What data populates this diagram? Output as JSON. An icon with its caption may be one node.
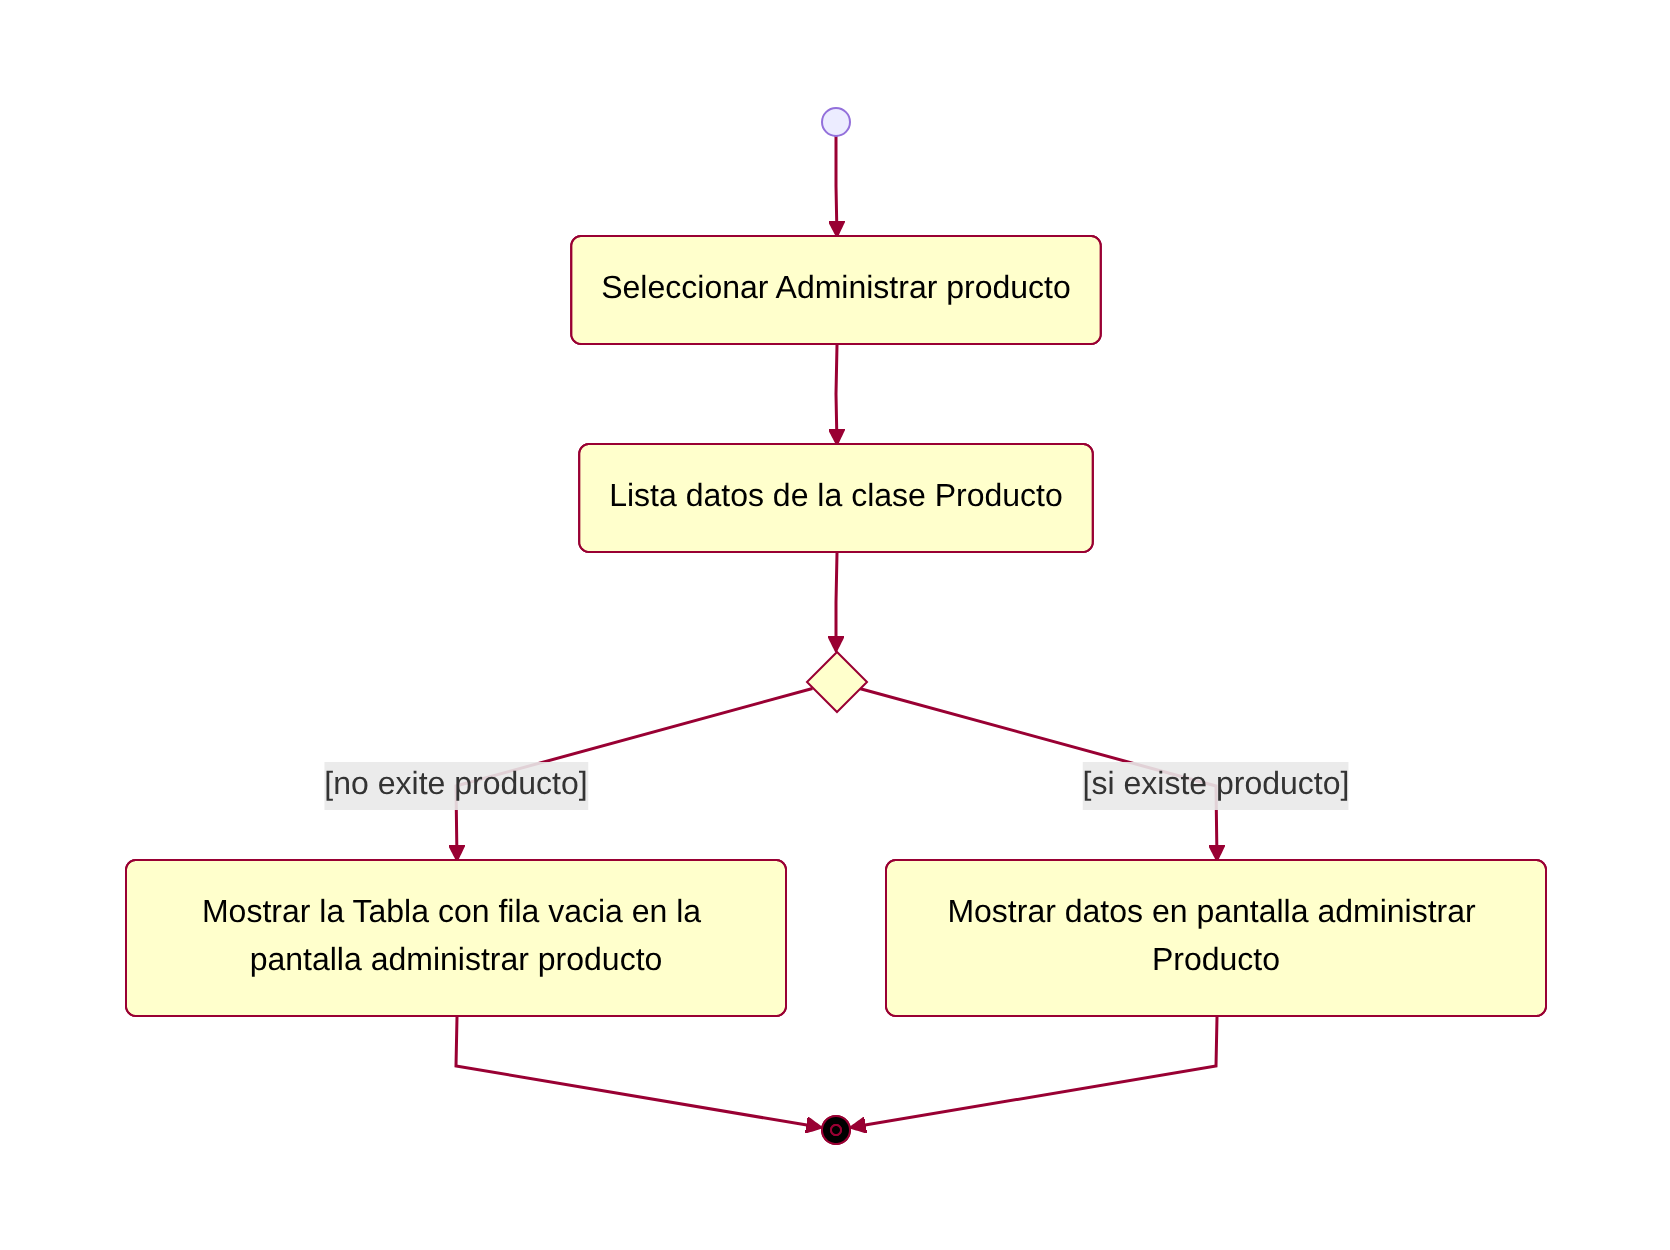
{
  "diagram": {
    "nodes": [
      {
        "text": [],
        "shape": "circle"
      },
      {
        "text": [
          "Seleccionar Administrar producto"
        ]
      },
      {
        "text": [
          "Lista datos de la clase Producto"
        ]
      },
      {
        "text": [],
        "shape": "diamond"
      },
      {
        "text": [
          "Mostrar datos en pantalla administrar Producto"
        ]
      },
      {
        "text": [
          "Mostrar la Tabla con fila vacia en la pantalla administrar producto"
        ]
      },
      {
        "text": [],
        "shape": "circle"
      }
    ],
    "edges": [
      {
        "from": 0,
        "to": 1,
        "arrow": "to"
      },
      {
        "from": 1,
        "to": 2,
        "arrow": "to"
      },
      {
        "from": 2,
        "to": 3,
        "arrow": "to"
      },
      {
        "from": 3,
        "to": 4,
        "arrow": "to",
        "label": "[si existe producto]"
      },
      {
        "from": 3,
        "to": 5,
        "arrow": "to",
        "label": "[no exite producto]"
      },
      {
        "from": 5,
        "to": 6,
        "arrow": "to"
      },
      {
        "from": 4,
        "to": 6,
        "arrow": "to"
      }
    ]
  }
}
